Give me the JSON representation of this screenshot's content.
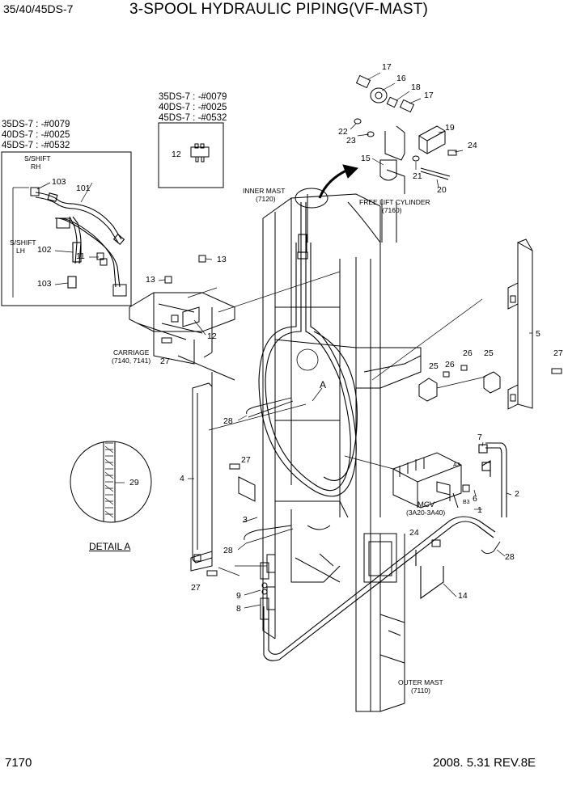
{
  "header": {
    "model": "35/40/45DS-7",
    "title": "3-SPOOL HYDRAULIC PIPING(VF-MAST)"
  },
  "footer": {
    "page_number": "7170",
    "revision": "2008. 5.31  REV.8E"
  },
  "serial_notes": {
    "left_box": [
      "35DS-7 : -#0079",
      "40DS-7 : -#0025",
      "45DS-7 : -#0532"
    ],
    "top_box": [
      "35DS-7 : -#0079",
      "40DS-7 : -#0025",
      "45DS-7 : -#0532"
    ]
  },
  "inset": {
    "sshift_rh": [
      "S/SHIFT",
      "RH"
    ],
    "sshift_lh": [
      "S/SHIFT",
      "LH"
    ]
  },
  "components": {
    "inner_mast": [
      "INNER MAST",
      "(7120)"
    ],
    "free_lift_cylinder": [
      "FREE LIFT CYLINDER",
      "(7160)"
    ],
    "carriage": [
      "CARRIAGE",
      "(7140, 7141)"
    ],
    "mcv": [
      "MCV",
      "(3A20-3A40)"
    ],
    "outer_mast": [
      "OUTER MAST",
      "(7110)"
    ],
    "detail_label": "DETAIL A",
    "detail_marker": "A",
    "port_a3": "A3",
    "port_b3": "B3"
  },
  "part_numbers": {
    "p1": "1",
    "p2": "2",
    "p3": "3",
    "p4": "4",
    "p5": "5",
    "p6": "6",
    "p7": "7",
    "p8": "8",
    "p9": "9",
    "p11": "11",
    "p12a": "12",
    "p12b": "12",
    "p13a": "13",
    "p13b": "13",
    "p14": "14",
    "p15": "15",
    "p16": "16",
    "p17a": "17",
    "p17b": "17",
    "p18": "18",
    "p19": "19",
    "p20": "20",
    "p21": "21",
    "p22": "22",
    "p23": "23",
    "p24a": "24",
    "p24b": "24",
    "p25a": "25",
    "p25b": "25",
    "p26a": "26",
    "p26b": "26",
    "p27a": "27",
    "p27b": "27",
    "p27c": "27",
    "p27d": "27",
    "p28a": "28",
    "p28b": "28",
    "p28c": "28",
    "p29": "29",
    "p101": "101",
    "p102": "102",
    "p103a": "103",
    "p103b": "103"
  }
}
